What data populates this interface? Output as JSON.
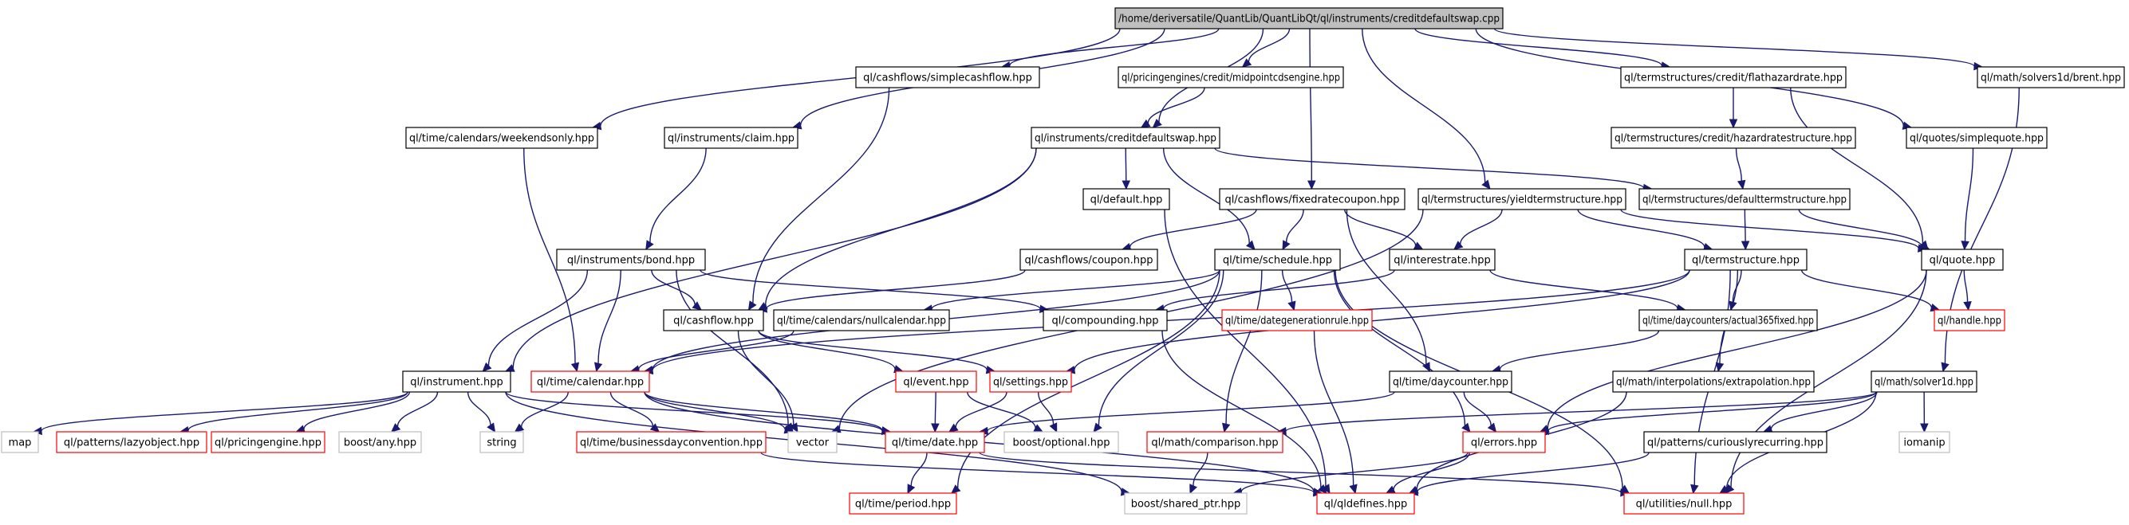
{
  "colors": {
    "edge": "#191970",
    "root_fill": "#bfbfbf",
    "root_border": "#000000",
    "normal_border": "#000000",
    "truncated_border": "#ff0000",
    "external_border": "#bfbfbf",
    "background": "#ffffff"
  },
  "nodes": [
    {
      "id": "root",
      "label": "/home/deriversatile/QuantLib/QuantLibQt/ql/instruments/creditdefaultswap.cpp",
      "kind": "root"
    },
    {
      "id": "weekendsonly",
      "label": "ql/time/calendars/weekendsonly.hpp",
      "kind": "normal"
    },
    {
      "id": "claim",
      "label": "ql/instruments/claim.hpp",
      "kind": "normal"
    },
    {
      "id": "simplecashflow",
      "label": "ql/cashflows/simplecashflow.hpp",
      "kind": "normal"
    },
    {
      "id": "midpointcds",
      "label": "ql/pricingengines/credit/midpointcdsengine.hpp",
      "kind": "normal"
    },
    {
      "id": "cds",
      "label": "ql/instruments/creditdefaultswap.hpp",
      "kind": "normal"
    },
    {
      "id": "flathazard",
      "label": "ql/termstructures/credit/flathazardrate.hpp",
      "kind": "normal"
    },
    {
      "id": "hazardts",
      "label": "ql/termstructures/credit/hazardratestructure.hpp",
      "kind": "normal"
    },
    {
      "id": "brent",
      "label": "ql/math/solvers1d/brent.hpp",
      "kind": "normal"
    },
    {
      "id": "simplequote",
      "label": "ql/quotes/simplequote.hpp",
      "kind": "normal"
    },
    {
      "id": "default",
      "label": "ql/default.hpp",
      "kind": "normal"
    },
    {
      "id": "fixedrate",
      "label": "ql/cashflows/fixedratecoupon.hpp",
      "kind": "normal"
    },
    {
      "id": "yieldts",
      "label": "ql/termstructures/yieldtermstructure.hpp",
      "kind": "normal"
    },
    {
      "id": "defaultts",
      "label": "ql/termstructures/defaulttermstructure.hpp",
      "kind": "normal"
    },
    {
      "id": "bond",
      "label": "ql/instruments/bond.hpp",
      "kind": "normal"
    },
    {
      "id": "coupon",
      "label": "ql/cashflows/coupon.hpp",
      "kind": "normal"
    },
    {
      "id": "schedule",
      "label": "ql/time/schedule.hpp",
      "kind": "normal"
    },
    {
      "id": "interestrate",
      "label": "ql/interestrate.hpp",
      "kind": "normal"
    },
    {
      "id": "termstructure",
      "label": "ql/termstructure.hpp",
      "kind": "normal"
    },
    {
      "id": "quote",
      "label": "ql/quote.hpp",
      "kind": "normal"
    },
    {
      "id": "cashflow",
      "label": "ql/cashflow.hpp",
      "kind": "normal"
    },
    {
      "id": "nullcal",
      "label": "ql/time/calendars/nullcalendar.hpp",
      "kind": "normal"
    },
    {
      "id": "compounding",
      "label": "ql/compounding.hpp",
      "kind": "normal"
    },
    {
      "id": "dategen",
      "label": "ql/time/dategenerationrule.hpp",
      "kind": "truncated"
    },
    {
      "id": "actual365",
      "label": "ql/time/daycounters/actual365fixed.hpp",
      "kind": "normal"
    },
    {
      "id": "handle",
      "label": "ql/handle.hpp",
      "kind": "truncated"
    },
    {
      "id": "instrument",
      "label": "ql/instrument.hpp",
      "kind": "normal"
    },
    {
      "id": "calendar",
      "label": "ql/time/calendar.hpp",
      "kind": "truncated"
    },
    {
      "id": "event",
      "label": "ql/event.hpp",
      "kind": "truncated"
    },
    {
      "id": "settings",
      "label": "ql/settings.hpp",
      "kind": "truncated"
    },
    {
      "id": "daycounter",
      "label": "ql/time/daycounter.hpp",
      "kind": "normal"
    },
    {
      "id": "extrapolation",
      "label": "ql/math/interpolations/extrapolation.hpp",
      "kind": "normal"
    },
    {
      "id": "solver1d",
      "label": "ql/math/solver1d.hpp",
      "kind": "normal"
    },
    {
      "id": "map",
      "label": "map",
      "kind": "external"
    },
    {
      "id": "lazyobject",
      "label": "ql/patterns/lazyobject.hpp",
      "kind": "truncated"
    },
    {
      "id": "pricingengine",
      "label": "ql/pricingengine.hpp",
      "kind": "truncated"
    },
    {
      "id": "boostany",
      "label": "boost/any.hpp",
      "kind": "external"
    },
    {
      "id": "string",
      "label": "string",
      "kind": "external"
    },
    {
      "id": "bizdayconv",
      "label": "ql/time/businessdayconvention.hpp",
      "kind": "truncated"
    },
    {
      "id": "vector",
      "label": "vector",
      "kind": "external"
    },
    {
      "id": "date",
      "label": "ql/time/date.hpp",
      "kind": "truncated"
    },
    {
      "id": "boostoptional",
      "label": "boost/optional.hpp",
      "kind": "external"
    },
    {
      "id": "comparison",
      "label": "ql/math/comparison.hpp",
      "kind": "truncated"
    },
    {
      "id": "errors",
      "label": "ql/errors.hpp",
      "kind": "truncated"
    },
    {
      "id": "curiously",
      "label": "ql/patterns/curiouslyrecurring.hpp",
      "kind": "normal"
    },
    {
      "id": "iomanip",
      "label": "iomanip",
      "kind": "external"
    },
    {
      "id": "period",
      "label": "ql/time/period.hpp",
      "kind": "truncated"
    },
    {
      "id": "sharedptr",
      "label": "boost/shared_ptr.hpp",
      "kind": "external"
    },
    {
      "id": "qldefines",
      "label": "ql/qldefines.hpp",
      "kind": "truncated"
    },
    {
      "id": "nullhpp",
      "label": "ql/utilities/null.hpp",
      "kind": "truncated"
    }
  ],
  "edges": [
    [
      "root",
      "weekendsonly"
    ],
    [
      "root",
      "claim"
    ],
    [
      "root",
      "simplecashflow"
    ],
    [
      "root",
      "midpointcds"
    ],
    [
      "root",
      "cds"
    ],
    [
      "root",
      "fixedrate"
    ],
    [
      "root",
      "yieldts"
    ],
    [
      "root",
      "flathazard"
    ],
    [
      "root",
      "simplequote"
    ],
    [
      "root",
      "brent"
    ],
    [
      "weekendsonly",
      "calendar"
    ],
    [
      "claim",
      "bond"
    ],
    [
      "simplecashflow",
      "cashflow"
    ],
    [
      "midpointcds",
      "cds"
    ],
    [
      "cds",
      "instrument"
    ],
    [
      "cds",
      "cashflow"
    ],
    [
      "cds",
      "default"
    ],
    [
      "cds",
      "schedule"
    ],
    [
      "cds",
      "defaultts"
    ],
    [
      "flathazard",
      "hazardts"
    ],
    [
      "flathazard",
      "quote"
    ],
    [
      "hazardts",
      "defaultts"
    ],
    [
      "brent",
      "solver1d"
    ],
    [
      "simplequote",
      "quote"
    ],
    [
      "default",
      "qldefines"
    ],
    [
      "fixedrate",
      "coupon"
    ],
    [
      "fixedrate",
      "schedule"
    ],
    [
      "fixedrate",
      "interestrate"
    ],
    [
      "fixedrate",
      "daycounter"
    ],
    [
      "yieldts",
      "interestrate"
    ],
    [
      "yieldts",
      "termstructure"
    ],
    [
      "yieldts",
      "quote"
    ],
    [
      "yieldts",
      "vector"
    ],
    [
      "defaultts",
      "termstructure"
    ],
    [
      "defaultts",
      "quote"
    ],
    [
      "bond",
      "instrument"
    ],
    [
      "bond",
      "cashflow"
    ],
    [
      "bond",
      "calendar"
    ],
    [
      "bond",
      "compounding"
    ],
    [
      "bond",
      "vector"
    ],
    [
      "coupon",
      "cashflow"
    ],
    [
      "schedule",
      "nullcal"
    ],
    [
      "schedule",
      "dategen"
    ],
    [
      "schedule",
      "calendar"
    ],
    [
      "schedule",
      "errors"
    ],
    [
      "schedule",
      "period"
    ],
    [
      "schedule",
      "boostoptional"
    ],
    [
      "schedule",
      "comparison"
    ],
    [
      "schedule",
      "nullhpp"
    ],
    [
      "interestrate",
      "compounding"
    ],
    [
      "interestrate",
      "actual365"
    ],
    [
      "termstructure",
      "actual365"
    ],
    [
      "termstructure",
      "settings"
    ],
    [
      "termstructure",
      "handle"
    ],
    [
      "termstructure",
      "extrapolation"
    ],
    [
      "termstructure",
      "calendar"
    ],
    [
      "termstructure",
      "nullhpp"
    ],
    [
      "quote",
      "handle"
    ],
    [
      "quote",
      "errors"
    ],
    [
      "quote",
      "nullhpp"
    ],
    [
      "cashflow",
      "event"
    ],
    [
      "cashflow",
      "settings"
    ],
    [
      "cashflow",
      "vector"
    ],
    [
      "nullcal",
      "calendar"
    ],
    [
      "compounding",
      "qldefines"
    ],
    [
      "dategen",
      "qldefines"
    ],
    [
      "actual365",
      "daycounter"
    ],
    [
      "instrument",
      "map"
    ],
    [
      "instrument",
      "lazyobject"
    ],
    [
      "instrument",
      "pricingengine"
    ],
    [
      "instrument",
      "boostany"
    ],
    [
      "instrument",
      "string"
    ],
    [
      "instrument",
      "date"
    ],
    [
      "instrument",
      "sharedptr"
    ],
    [
      "calendar",
      "string"
    ],
    [
      "calendar",
      "bizdayconv"
    ],
    [
      "calendar",
      "vector"
    ],
    [
      "calendar",
      "date"
    ],
    [
      "calendar",
      "qldefines"
    ],
    [
      "event",
      "date"
    ],
    [
      "event",
      "boostoptional"
    ],
    [
      "settings",
      "date"
    ],
    [
      "settings",
      "boostoptional"
    ],
    [
      "daycounter",
      "date"
    ],
    [
      "daycounter",
      "errors"
    ],
    [
      "extrapolation",
      "qldefines"
    ],
    [
      "solver1d",
      "comparison"
    ],
    [
      "solver1d",
      "errors"
    ],
    [
      "solver1d",
      "curiously"
    ],
    [
      "solver1d",
      "iomanip"
    ],
    [
      "solver1d",
      "nullhpp"
    ],
    [
      "bizdayconv",
      "qldefines"
    ],
    [
      "date",
      "period"
    ],
    [
      "date",
      "nullhpp"
    ],
    [
      "comparison",
      "sharedptr"
    ],
    [
      "errors",
      "qldefines"
    ],
    [
      "errors",
      "sharedptr"
    ],
    [
      "curiously",
      "qldefines"
    ]
  ]
}
